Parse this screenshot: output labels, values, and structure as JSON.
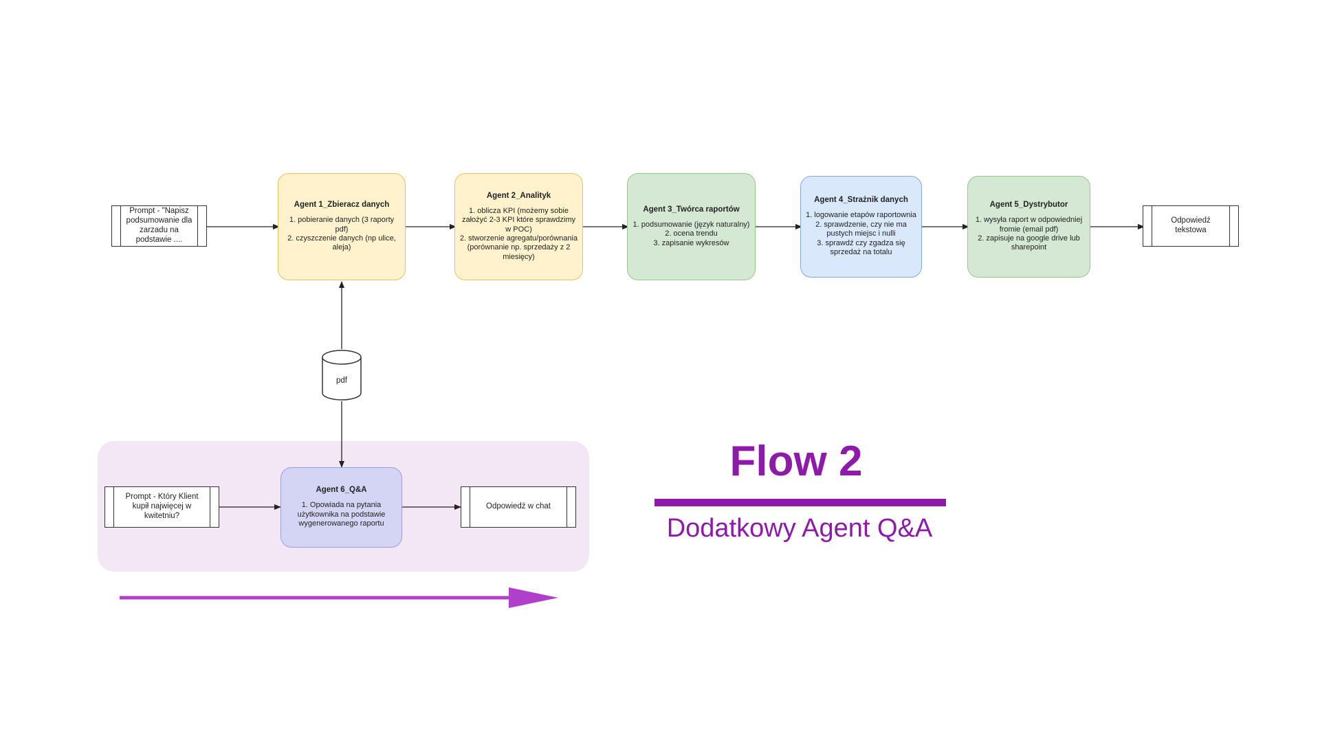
{
  "main_flow": {
    "input": {
      "text": "Prompt - \"Napisz\npodsumowanie dla\nzarzadu na\npodstawie ...."
    },
    "agents": [
      {
        "title": "Agent 1_Zbieracz danych",
        "tasks": [
          "1. pobieranie danych (3 raporty pdf)",
          "2. czyszczenie danych (np ulice, aleja)"
        ],
        "color": "#fff2cc"
      },
      {
        "title": "Agent 2_Analityk",
        "tasks": [
          "1. oblicza KPI (możemy sobie założyć 2-3 KPI które sprawdzimy w POC)",
          "2. stworzenie agregatu/porównania (porównanie np. sprzedaży z 2 miesięcy)"
        ],
        "color": "#fff2cc"
      },
      {
        "title": "Agent 3_Twórca raportów",
        "tasks": [
          "1. podsumowanie (język naturalny)",
          "2. ocena trendu",
          "3. zapisanie wykresów"
        ],
        "color": "#d5e8d4"
      },
      {
        "title": "Agent 4_Strażnik danych",
        "tasks": [
          "1. logowanie etapów raportownia",
          "2. sprawdzenie, czy nie ma pustych miejsc i nulli",
          "3. sprawdź czy zgadza się sprzedaż na totalu"
        ],
        "color": "#dae8fc"
      },
      {
        "title": "Agent 5_Dystrybutor",
        "tasks": [
          "1. wysyła raport w odpowiedniej fromie (email pdf)",
          "2. zapisuje na google drive lub sharepoint"
        ],
        "color": "#d5e8d4"
      }
    ],
    "output": {
      "text": "Odpowiedź\ntekstowa"
    }
  },
  "datastore": {
    "label": "pdf"
  },
  "qa_flow": {
    "input": {
      "text": "Prompt - Który Klient\nkupił najwięcej w\nkwitetniu?"
    },
    "agent": {
      "title": "Agent 6_Q&A",
      "tasks": [
        "1. Opowiada na pytania użytkownika na podstawie wygenerowanego raportu"
      ],
      "color": "#d4d5f5"
    },
    "output": {
      "text": "Odpowiedź w chat"
    }
  },
  "legend": {
    "title": "Flow 2",
    "subtitle": "Dodatkowy Agent Q&A",
    "accent_color": "#8d1aa8",
    "highlight_color": "#f3e7f5",
    "arrow_color": "#b03fc9"
  }
}
